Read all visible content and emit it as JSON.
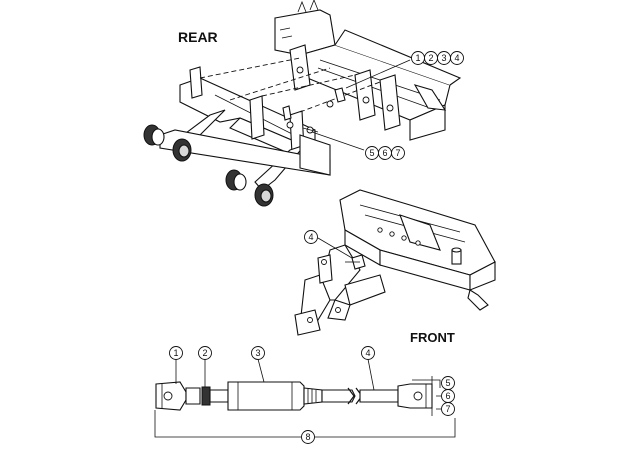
{
  "labels": {
    "rear": "REAR",
    "front": "FRONT"
  },
  "callouts": {
    "rear_top": [
      "1",
      "2",
      "3",
      "4"
    ],
    "rear_bottom": [
      "5",
      "6",
      "7"
    ],
    "front_assembly": "4",
    "bottom_row": [
      "1",
      "2",
      "3",
      "4"
    ],
    "bottom_stack": [
      "5",
      "6",
      "7"
    ],
    "bottom_overall": "8"
  },
  "icons": {
    "rear_assembly": "rear-axle-frame-assembly-drawing",
    "front_assembly": "front-hitch-frame-assembly-drawing",
    "linkage": "adjustable-link-rod-drawing"
  }
}
